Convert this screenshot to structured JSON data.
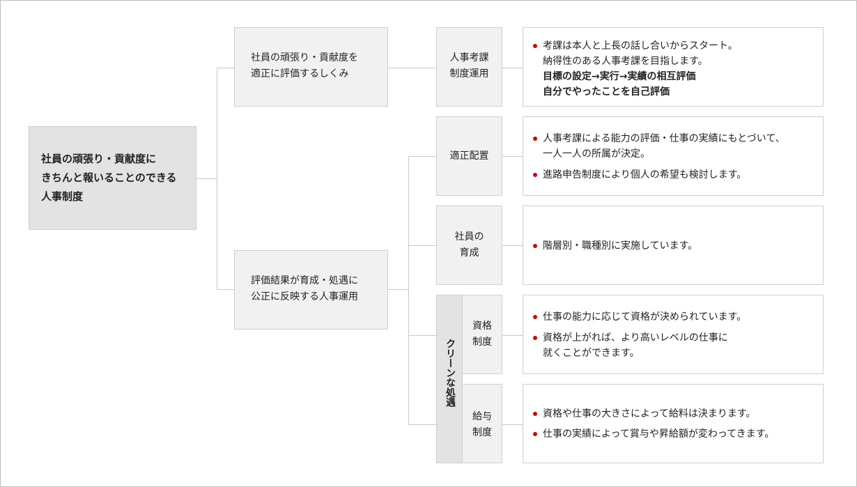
{
  "colors": {
    "bullet": "#d40000",
    "line": "#c8c8c8",
    "box_fill": "#f1f1f1",
    "root_fill": "#e3e3e3"
  },
  "root": {
    "lines": [
      "社員の頑張り・貢献度に",
      "きちんと報いることのできる",
      "人事制度"
    ]
  },
  "branch1": {
    "lines": [
      "社員の頑張り・貢献度を",
      "適正に評価するしくみ"
    ]
  },
  "branch2": {
    "lines": [
      "評価結果が育成・処遇に",
      "公正に反映する人事運用"
    ]
  },
  "systems": {
    "jinji": [
      "人事考課",
      "制度運用"
    ],
    "tekisei": [
      "適正配置"
    ],
    "ikusei": [
      "社員の",
      "育成"
    ],
    "clean": "クリーンな処遇",
    "shikaku": [
      "資格",
      "制度"
    ],
    "kyuyo": [
      "給与",
      "制度"
    ]
  },
  "details": {
    "jinji": {
      "bullet": "考課は本人と上長の話し合いからスタート。",
      "lines": [
        "納得性のある人事考課を目指します。"
      ],
      "bold_lines": [
        "目標の設定→実行→実績の相互評価",
        "自分でやったことを自己評価"
      ]
    },
    "tekisei": [
      [
        "人事考課による能力の評価・仕事の実績にもとづいて、",
        "一人一人の所属が決定。"
      ],
      [
        "進路申告制度により個人の希望も検討します。"
      ]
    ],
    "ikusei": [
      [
        "階層別・職種別に実施しています。"
      ]
    ],
    "shikaku": [
      [
        "仕事の能力に応じて資格が決められています。"
      ],
      [
        "資格が上がれば、より高いレベルの仕事に",
        "就くことができます。"
      ]
    ],
    "kyuyo": [
      [
        "資格や仕事の大きさによって給料は決まります。"
      ],
      [
        "仕事の実績によって賞与や昇給額が変わってきます。"
      ]
    ]
  }
}
